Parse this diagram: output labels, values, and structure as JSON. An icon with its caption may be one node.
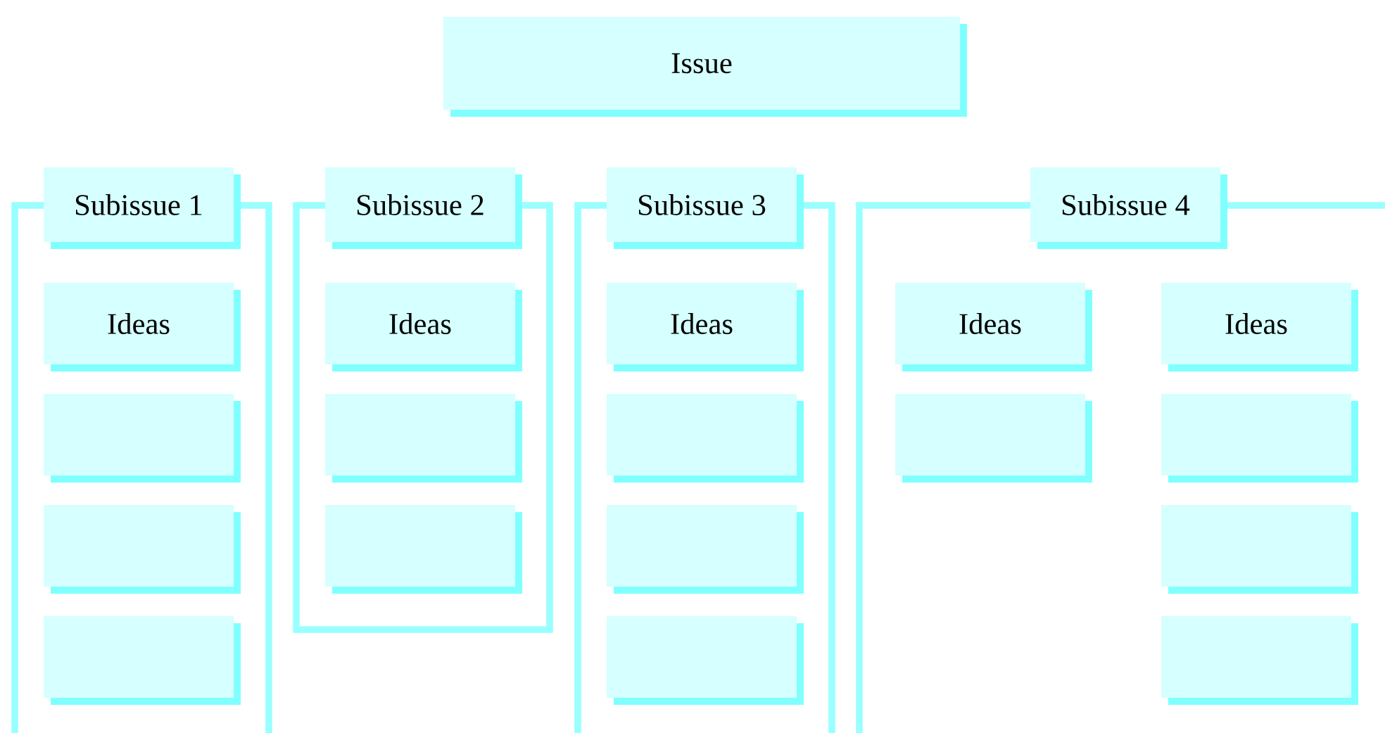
{
  "diagram": {
    "nodes": [
      {
        "text": [
          "Issue"
        ]
      },
      {
        "text": [
          "Subissue 1"
        ]
      },
      {
        "text": [
          "Subissue 2"
        ]
      },
      {
        "text": [
          "Subissue 3"
        ]
      },
      {
        "text": [
          "Subissue 4"
        ]
      },
      {
        "text": [
          "Ideas"
        ]
      },
      {
        "text": [],
        "shape": "box"
      },
      {
        "text": [],
        "shape": "box"
      },
      {
        "text": [],
        "shape": "box"
      },
      {
        "text": [
          "Ideas"
        ]
      },
      {
        "text": [],
        "shape": "box"
      },
      {
        "text": [],
        "shape": "box"
      },
      {
        "text": [
          "Ideas"
        ]
      },
      {
        "text": [],
        "shape": "box"
      },
      {
        "text": [],
        "shape": "box"
      },
      {
        "text": [],
        "shape": "box"
      },
      {
        "text": [
          "Ideas"
        ]
      },
      {
        "text": [],
        "shape": "box"
      },
      {
        "text": [
          "Ideas"
        ]
      },
      {
        "text": [],
        "shape": "box"
      },
      {
        "text": [],
        "shape": "box"
      },
      {
        "text": [],
        "shape": "box"
      }
    ]
  }
}
